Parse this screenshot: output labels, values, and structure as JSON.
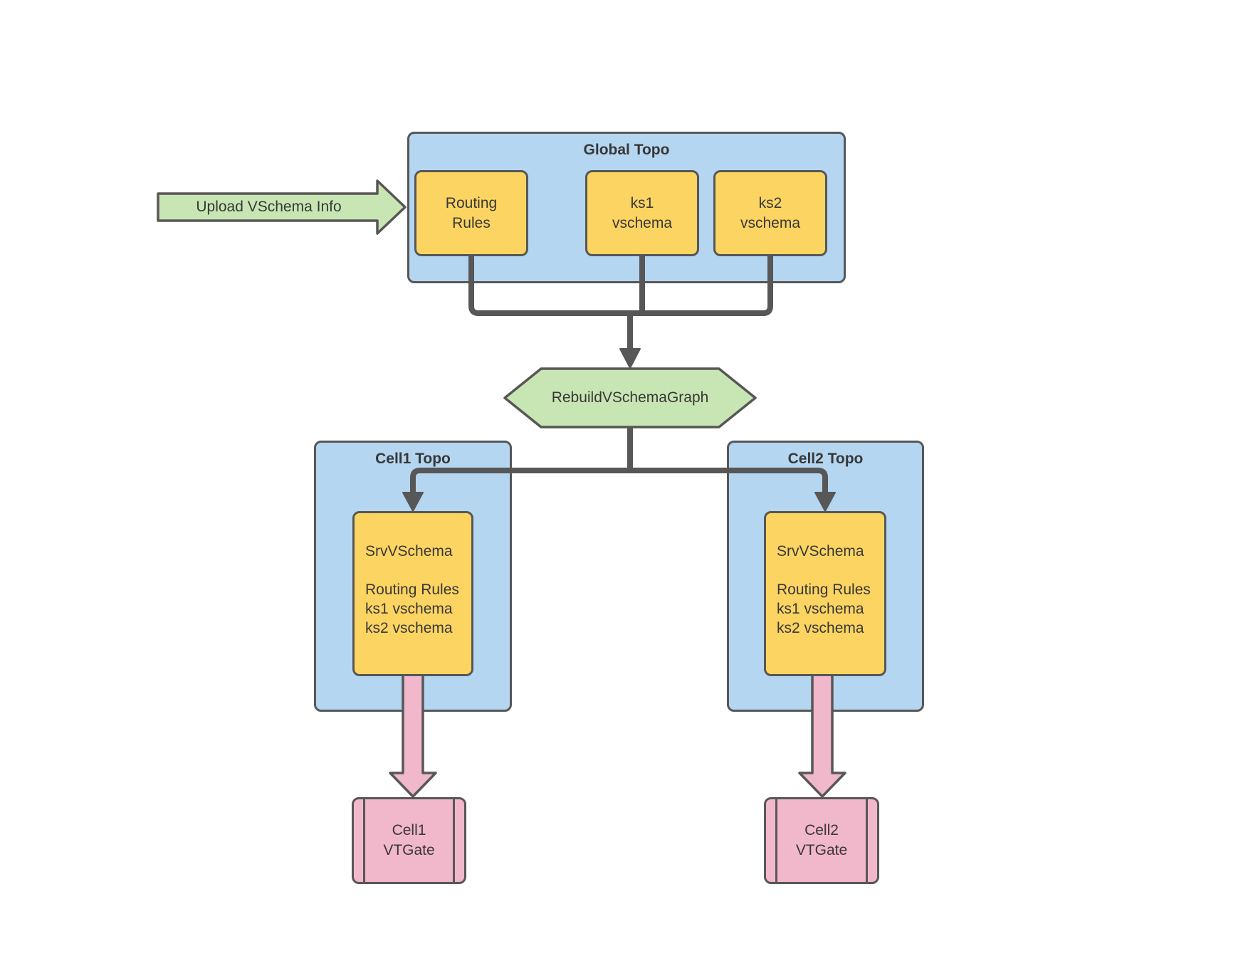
{
  "colors": {
    "container_fill": "#b4d6f1",
    "node_fill": "#fcd462",
    "accent_green": "#c8e6b3",
    "accent_pink": "#f1b7ca",
    "line": "#575757",
    "text": "#383838"
  },
  "upload_arrow": {
    "label": "Upload VSchema Info"
  },
  "global_topo": {
    "title": "Global Topo",
    "nodes": [
      {
        "label": "Routing\nRules"
      },
      {
        "label": "ks1\nvschema"
      },
      {
        "label": "ks2\nvschema"
      }
    ]
  },
  "rebuild_step": {
    "label": "RebuildVSchemaGraph"
  },
  "cell1_topo": {
    "title": "Cell1 Topo",
    "srv_vschema": "SrvVSchema\n\nRouting Rules\nks1 vschema\nks2 vschema",
    "vtgate": "Cell1\nVTGate"
  },
  "cell2_topo": {
    "title": "Cell2 Topo",
    "srv_vschema": "SrvVSchema\n\nRouting Rules\nks1 vschema\nks2 vschema",
    "vtgate": "Cell2\nVTGate"
  }
}
